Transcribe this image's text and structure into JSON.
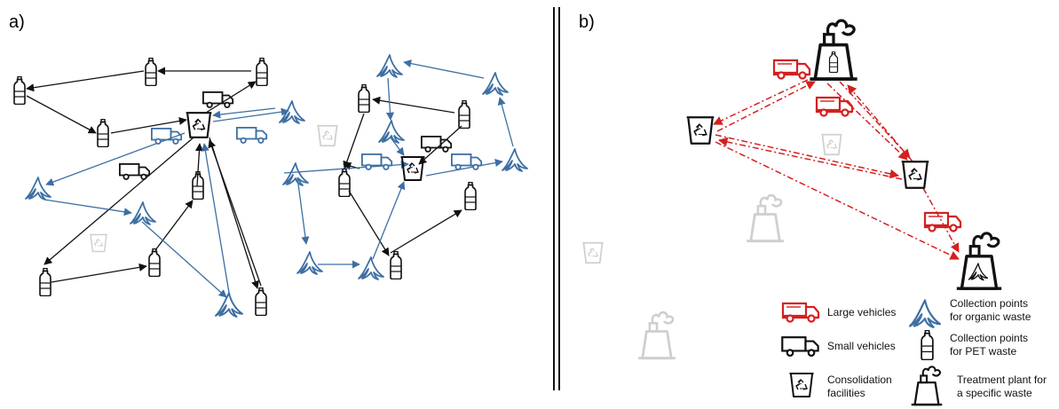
{
  "panels": {
    "a": {
      "label": "a)"
    },
    "b": {
      "label": "b)"
    }
  },
  "legend": {
    "large_vehicles": "Large vehicles",
    "small_vehicles": "Small vehicles",
    "consolidation_1": "Consolidation",
    "consolidation_2": "facilities",
    "organic_1": "Collection points",
    "organic_2": "for organic waste",
    "pet_1": "Collection points",
    "pet_2": "for PET waste",
    "plant_1": "Treatment plant for",
    "plant_2": "a specific waste"
  },
  "colors": {
    "blue": "#3d6fa3",
    "red": "#d42020",
    "black": "#111111",
    "faded": "#c8c8c8"
  }
}
